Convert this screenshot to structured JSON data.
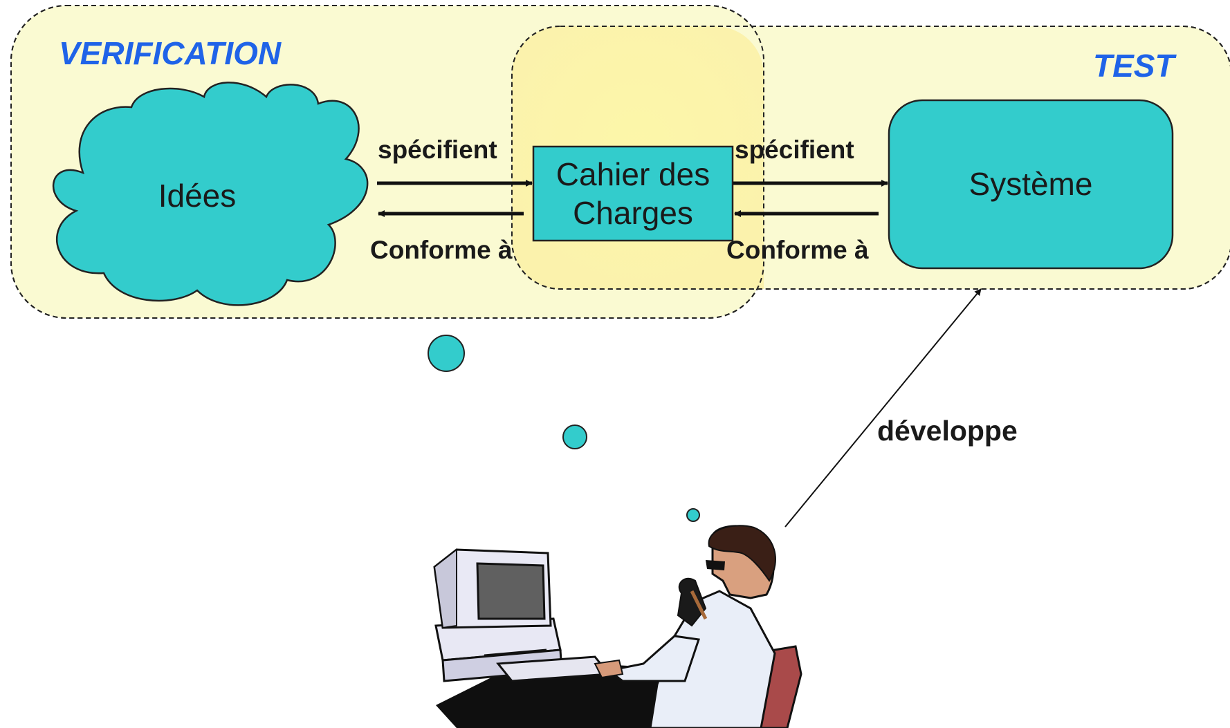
{
  "zones": {
    "verification_title": "VERIFICATION",
    "test_title": "TEST"
  },
  "nodes": {
    "idees": "Idées",
    "cahier_line1": "Cahier des",
    "cahier_line2": "Charges",
    "systeme": "Système"
  },
  "edges": {
    "left_top": "spécifient",
    "left_bottom": "Conforme à",
    "right_top": "spécifient",
    "right_bottom": "Conforme à",
    "developpe": "développe"
  },
  "colors": {
    "zone_fill": "#fafad2",
    "overlap_fill": "#fbf7a8",
    "node_fill": "#33cccc",
    "title_blue": "#1f63e8"
  },
  "icons": {
    "thought_bubbles": "thought-bubble-icon",
    "developer": "developer-at-computer-icon"
  }
}
